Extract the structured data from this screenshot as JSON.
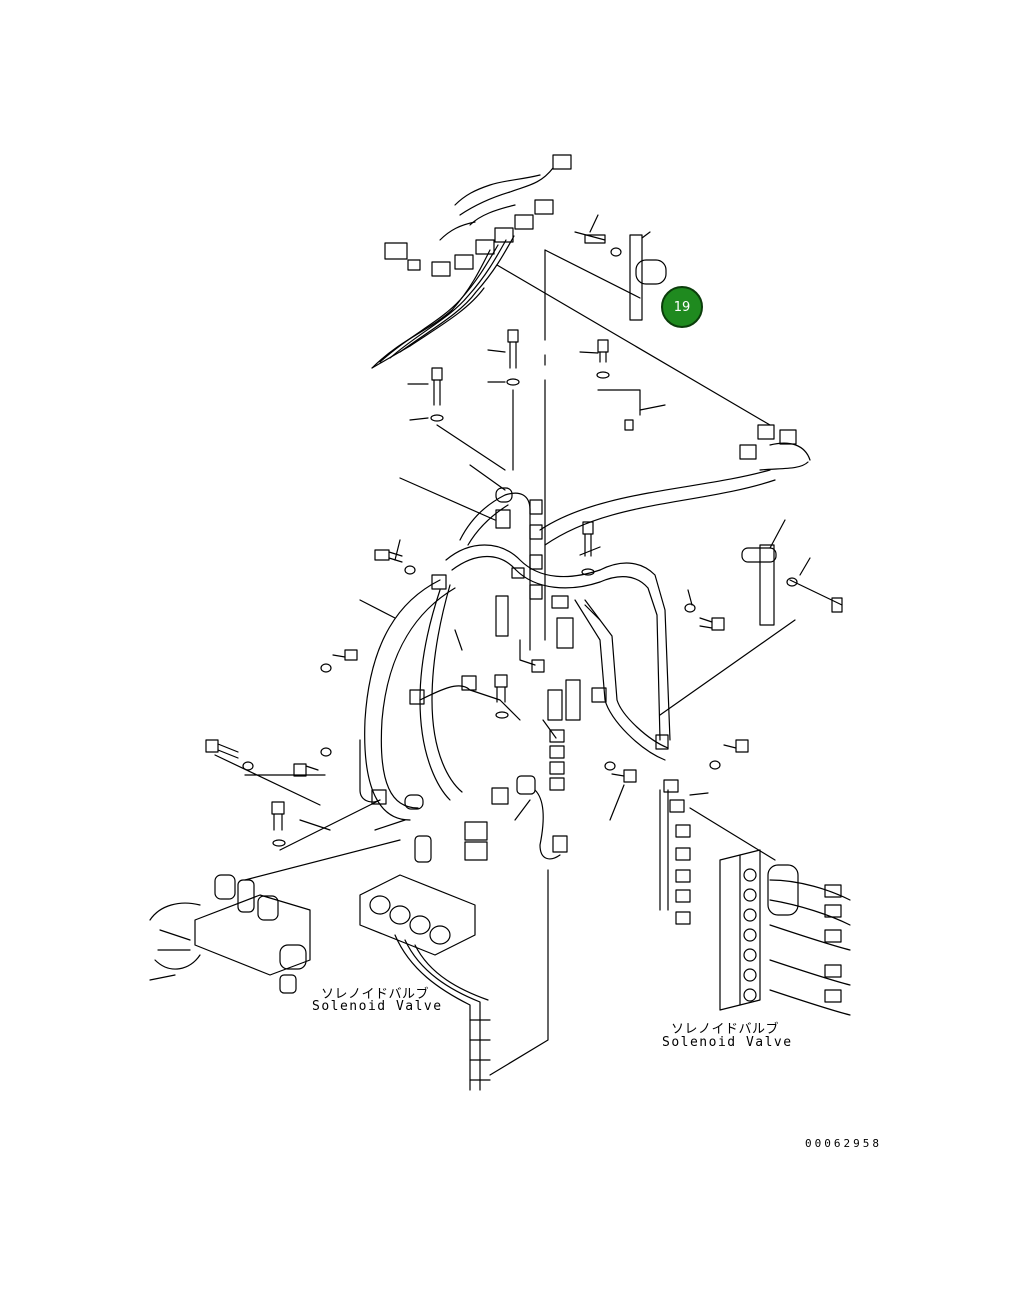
{
  "callout": {
    "number": "19",
    "color": "#1f8a1f"
  },
  "labels": {
    "left_valve_jp": "ソレノイドバルブ",
    "left_valve_en": "Solenoid Valve",
    "right_valve_jp": "ソレノイドバルブ",
    "right_valve_en": "Solenoid Valve"
  },
  "drawing_number": "00062958",
  "colors": {
    "line": "#000000",
    "background": "#ffffff",
    "callout": "#1f8a1f"
  }
}
